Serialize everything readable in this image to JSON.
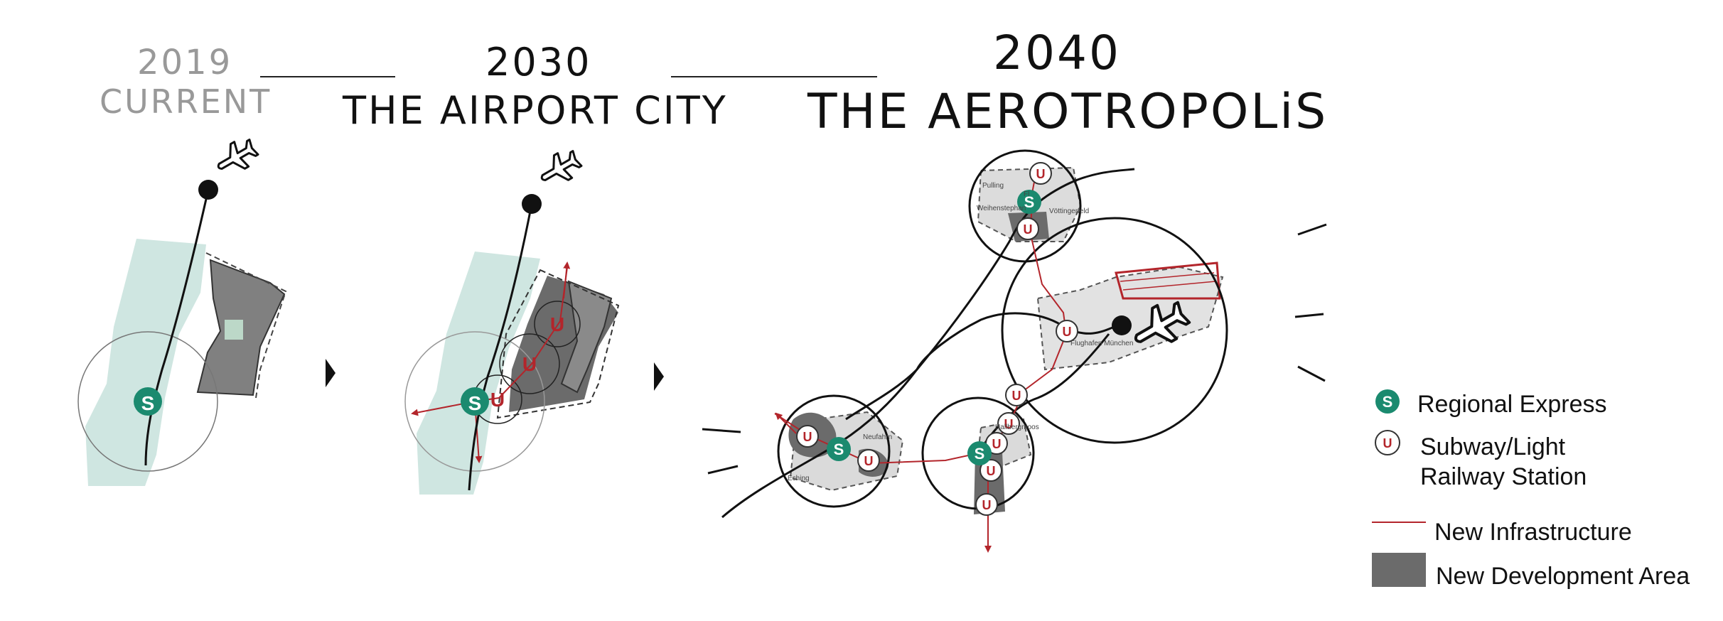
{
  "stages": [
    {
      "year": "2019",
      "name": "CURRENT"
    },
    {
      "year": "2030",
      "name": "THE AIRPORT CITY"
    },
    {
      "year": "2040",
      "name": "THE AEROTROPOLiS"
    }
  ],
  "station_marks": {
    "s": "S",
    "u": "U"
  },
  "map_labels": {
    "n1": "Pulling",
    "n2": "Neufahrn",
    "n3": "Eching",
    "n4": "Hallbergmoos",
    "n5": "Fl",
    "n6": "Vöttingerfeld",
    "n7": "Weihenstephan",
    "n8": "Flughafen München"
  },
  "legend": {
    "regional_express": "Regional Express",
    "subway_line1": "Subway/Light",
    "subway_line2": "Railway Station",
    "new_infrastructure": "New Infrastructure",
    "new_development": "New Development Area"
  },
  "colors": {
    "regional_green": "#1b8a6f",
    "infra_red": "#b3252b",
    "dev_gray": "#6b6b6b",
    "land_green": "#cfe6e1"
  }
}
